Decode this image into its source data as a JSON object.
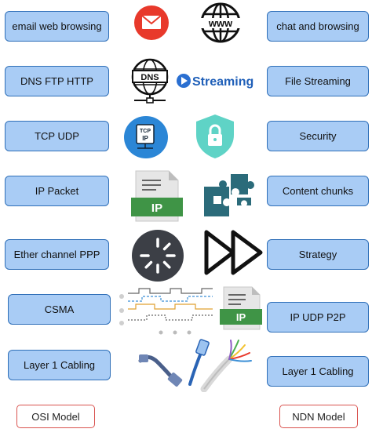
{
  "osi": {
    "items": [
      {
        "label": "email web browsing"
      },
      {
        "label": "DNS FTP  HTTP"
      },
      {
        "label": "TCP UDP"
      },
      {
        "label": "IP  Packet"
      },
      {
        "label": "Ether channel PPP"
      },
      {
        "label": "CSMA"
      },
      {
        "label": "Layer 1 Cabling"
      }
    ],
    "title": "OSI Model"
  },
  "ndn": {
    "items": [
      {
        "label": "chat and browsing"
      },
      {
        "label": "File Streaming"
      },
      {
        "label": "Security"
      },
      {
        "label": "Content chunks"
      },
      {
        "label": "Strategy"
      },
      {
        "label": "IP UDP P2P"
      },
      {
        "label": "Layer 1 Cabling"
      }
    ],
    "title": "NDN Model"
  },
  "icons": {
    "dns_label": "DNS",
    "www_label": "www",
    "streaming_label": "Streaming",
    "tcpip_top": "TCP",
    "tcpip_bottom": "IP",
    "ip_file_label": "IP",
    "ip_file_label_2": "IP"
  },
  "colors": {
    "box_fill": "#a9ccf5",
    "box_border": "#2f6fb8",
    "tag_border": "#d9534f"
  },
  "caption": ""
}
